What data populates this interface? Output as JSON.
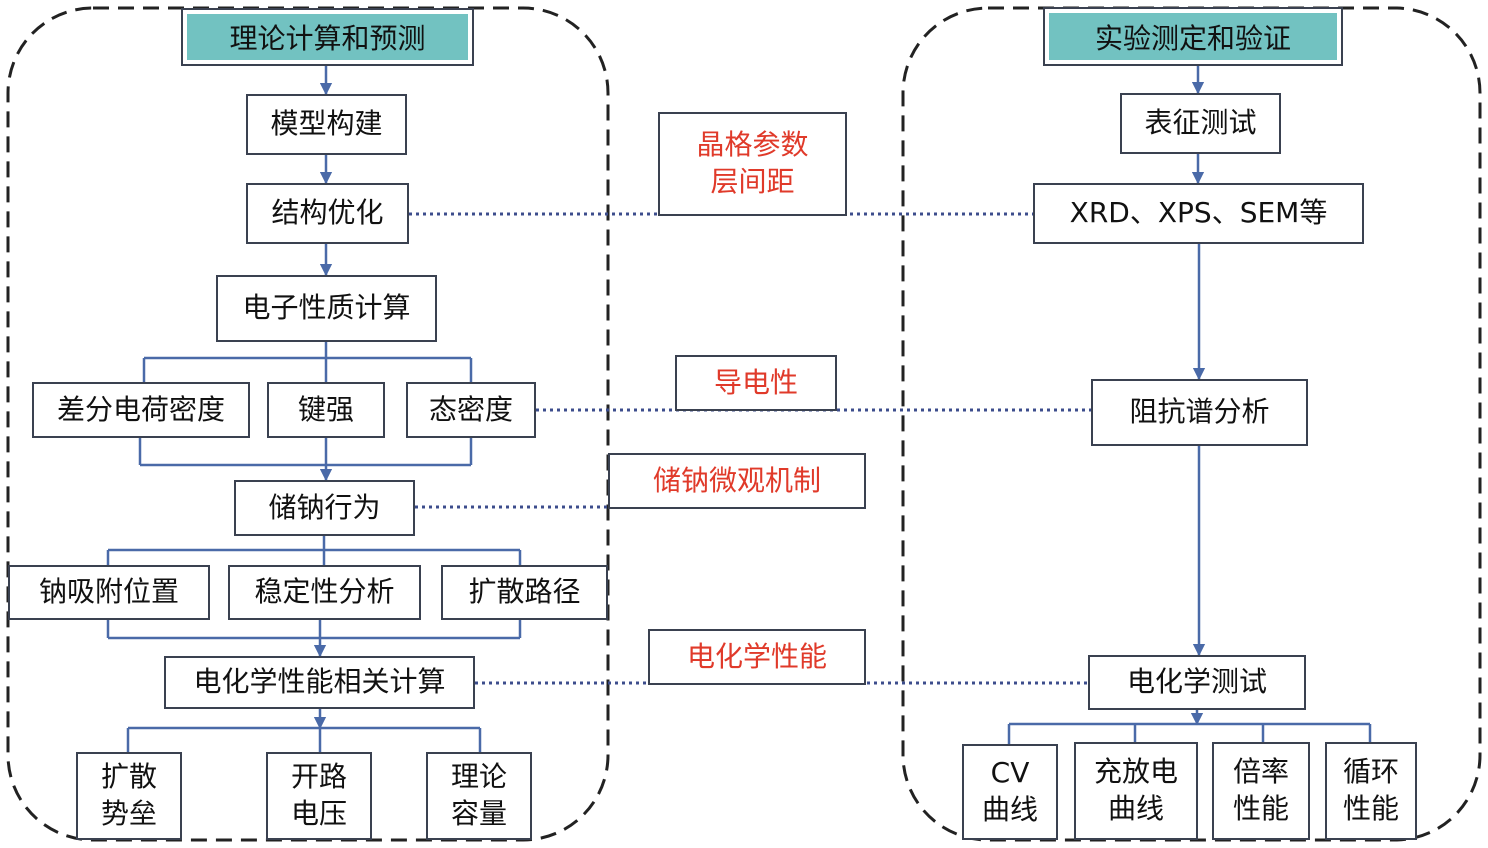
{
  "left_panel": {
    "title": "理论计算和预测",
    "model_build": "模型构建",
    "structure_opt": "结构优化",
    "electronic_calc": "电子性质计算",
    "charge_diff": "差分电荷密度",
    "bond_strength": "键强",
    "dos": "态密度",
    "na_storage": "储钠行为",
    "na_adsorption": "钠吸附位置",
    "stability": "稳定性分析",
    "diffusion_path": "扩散路径",
    "electrochem_calc": "电化学性能相关计算",
    "barrier": [
      "扩散",
      "势垒"
    ],
    "ocv": [
      "开路",
      "电压"
    ],
    "capacity": [
      "理论",
      "容量"
    ]
  },
  "right_panel": {
    "title": "实验测定和验证",
    "characterization": "表征测试",
    "techniques": "XRD、XPS、SEM等",
    "impedance": "阻抗谱分析",
    "electrochem_test": "电化学测试",
    "cv": [
      "CV",
      "曲线"
    ],
    "charge_discharge": [
      "充放电",
      "曲线"
    ],
    "rate": [
      "倍率",
      "性能"
    ],
    "cycle": [
      "循环",
      "性能"
    ]
  },
  "bridges": {
    "lattice": [
      "晶格参数",
      "层间距"
    ],
    "conductivity": "导电性",
    "mechanism": "储钠微观机制",
    "performance": "电化学性能"
  },
  "colors": {
    "header_fill": "#72c2c1",
    "box_border": "#3a4150",
    "connector": "#4a6aa8",
    "bridge_text": "#e03a2a",
    "dashed_frame": "#222222"
  }
}
